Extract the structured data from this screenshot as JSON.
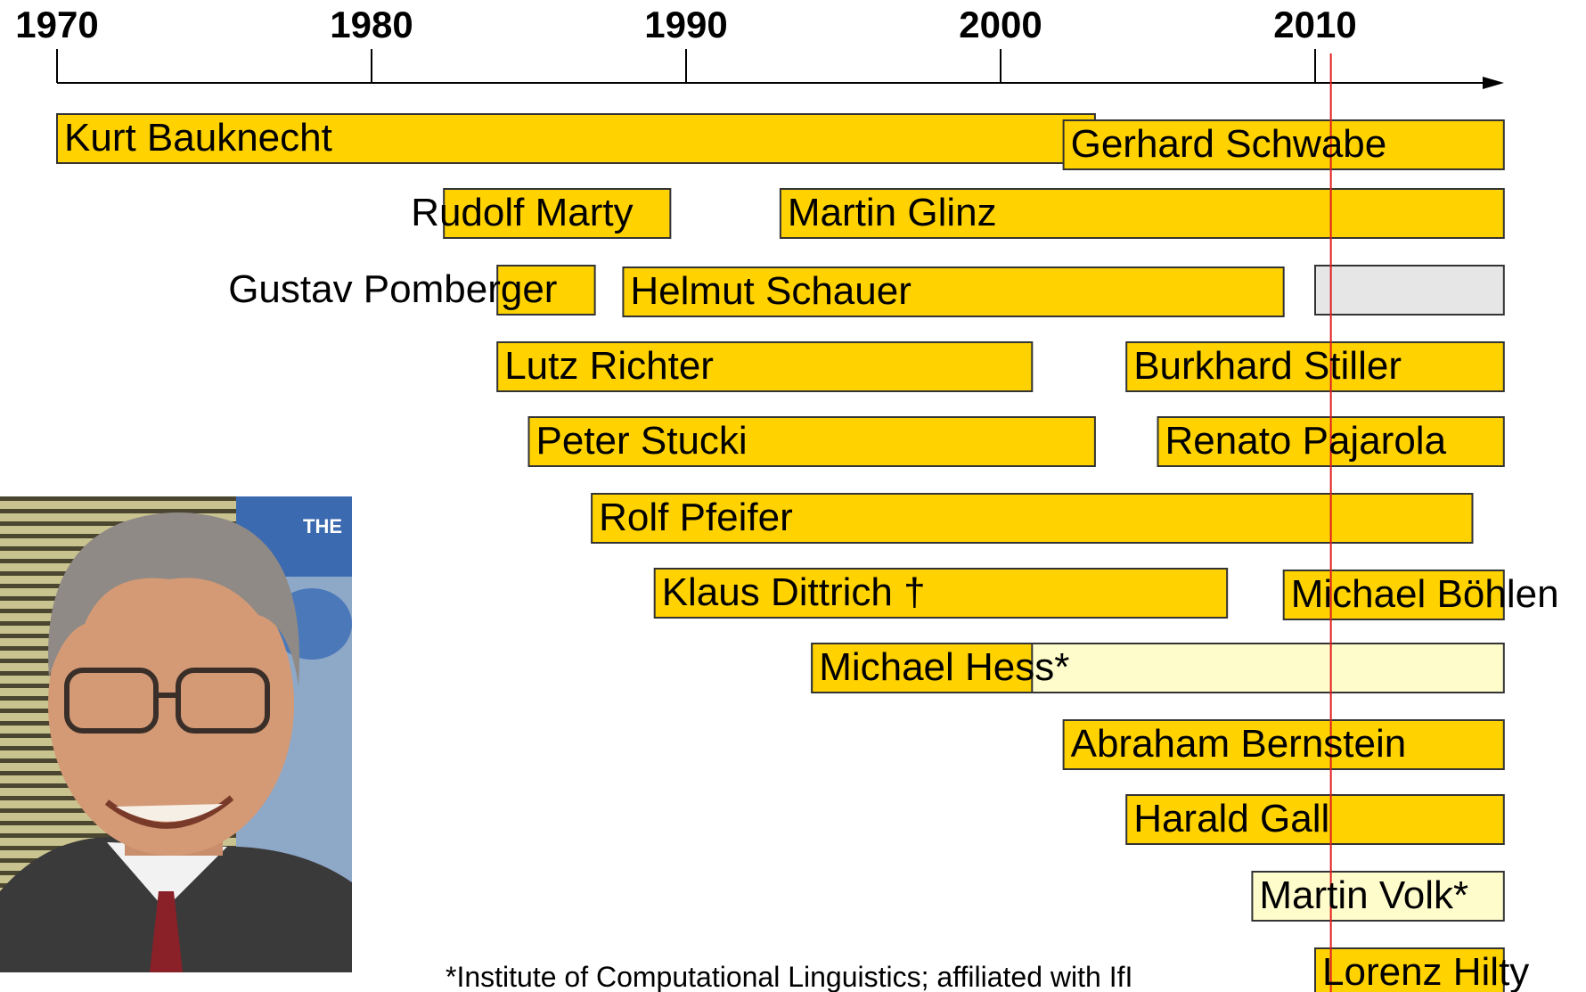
{
  "chart_data": {
    "type": "bar",
    "subtype": "timeline-gantt",
    "axis": {
      "ticks": [
        "1970",
        "1980",
        "1990",
        "2000",
        "2010"
      ],
      "range": [
        1970,
        2016
      ],
      "current_year_marker": 2010.5
    },
    "colors": {
      "primary": "#FFD200",
      "affiliated": "#FFFCCC",
      "vacant": "#E6E6E6",
      "marker": "#E02020",
      "border": "#333333"
    },
    "bars": [
      {
        "label": "Kurt Bauknecht",
        "start": 1970,
        "end": 2003,
        "style": "primary"
      },
      {
        "label": "Gerhard Schwabe",
        "start": 2002,
        "end": 2016,
        "style": "primary"
      },
      {
        "label": "Rudolf Marty",
        "start": 1982.3,
        "end": 1989.5,
        "style": "primary"
      },
      {
        "label": "Martin Glinz",
        "start": 1993,
        "end": 2016,
        "style": "primary"
      },
      {
        "label": "Gustav Pomberger",
        "start": 1984,
        "end": 1987.1,
        "style": "primary"
      },
      {
        "label": "Helmut Schauer",
        "start": 1988,
        "end": 2009,
        "style": "primary"
      },
      {
        "label": "",
        "start": 2010,
        "end": 2016,
        "style": "vacant"
      },
      {
        "label": "Lutz Richter",
        "start": 1984,
        "end": 2001,
        "style": "primary"
      },
      {
        "label": "Burkhard Stiller",
        "start": 2004,
        "end": 2016,
        "style": "primary"
      },
      {
        "label": "Peter Stucki",
        "start": 1985,
        "end": 2003,
        "style": "primary"
      },
      {
        "label": "Renato Pajarola",
        "start": 2005,
        "end": 2016,
        "style": "primary"
      },
      {
        "label": "Rolf Pfeifer",
        "start": 1987,
        "end": 2015,
        "style": "primary"
      },
      {
        "label": "Klaus Dittrich †",
        "start": 1989,
        "end": 2007.2,
        "style": "primary"
      },
      {
        "label": "Michael Böhlen",
        "start": 2009,
        "end": 2016,
        "style": "primary"
      },
      {
        "label": "Michael Hess*",
        "start": 1994,
        "end": 2016,
        "style": "affiliated",
        "switch_year": 2001
      },
      {
        "label": "Abraham Bernstein",
        "start": 2002,
        "end": 2016,
        "style": "primary"
      },
      {
        "label": "Harald Gall",
        "start": 2004,
        "end": 2016,
        "style": "primary"
      },
      {
        "label": "Martin Volk*",
        "start": 2008,
        "end": 2016,
        "style": "affiliated"
      },
      {
        "label": "Lorenz Hilty",
        "start": 2010,
        "end": 2016,
        "style": "primary"
      }
    ]
  },
  "footnote": "*Institute of Computational Linguistics; affiliated with IfI",
  "photo": {
    "icon": "portrait-photo-icon",
    "banner_text": "THE"
  }
}
